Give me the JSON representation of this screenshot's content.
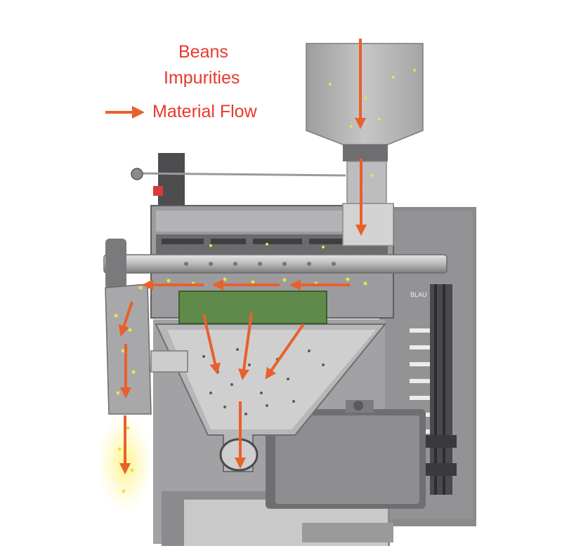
{
  "legend": {
    "beans_label": "Beans",
    "impurities_label": "Impurities",
    "material_flow_label": "Material Flow",
    "flow_arrow_icon": "arrow-right-icon"
  },
  "machine": {
    "badge_text": "BLAU"
  },
  "colors": {
    "label_red": "#e8392e",
    "flow_arrow": "#e8602c",
    "machine_gray": "#8d8d8f",
    "machine_dark": "#5c5c5e",
    "bean_yellow": "#e9e24a",
    "screen_green": "#5f8a4a"
  }
}
